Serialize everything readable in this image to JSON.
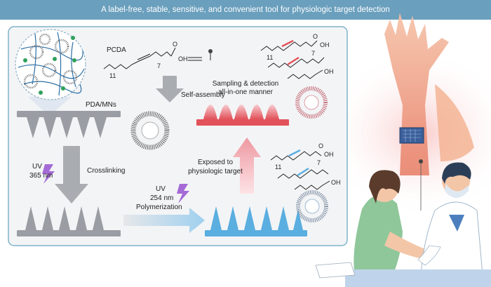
{
  "banner": {
    "title": "A label-free, stable, sensitive, and convenient tool for physiologic target detection"
  },
  "labels": {
    "pcda": "PCDA",
    "self_assembly": "Self-assembly",
    "pda_mns": "PDA/MNs",
    "uv1": "UV",
    "uv1_wavelength": "365 nm",
    "crosslinking": "Crosslinking",
    "uv2": "UV",
    "uv2_wavelength": "254 nm",
    "polymerization": "Polymerization",
    "exposed_line1": "Exposed to",
    "exposed_line2": "physiologic target",
    "sampling_line1": "Sampling & detection",
    "sampling_line2": "all-in-one manner"
  },
  "chem": {
    "oh": "OH",
    "o": "O",
    "sub11": "11",
    "sub7": "7"
  },
  "colors": {
    "banner": "#6a9fbd",
    "panel_bg": "#f3f4f6",
    "panel_border": "#7fb3c9",
    "needle_gray": "#9a9da3",
    "needle_blue": "#5aaee0",
    "needle_red": "#e2525a",
    "arrow_gray": "#a9acb0",
    "arrow_pink": "#f2a3ab",
    "uv_purple": "#a46ad6",
    "skin": "#f0a88a"
  }
}
